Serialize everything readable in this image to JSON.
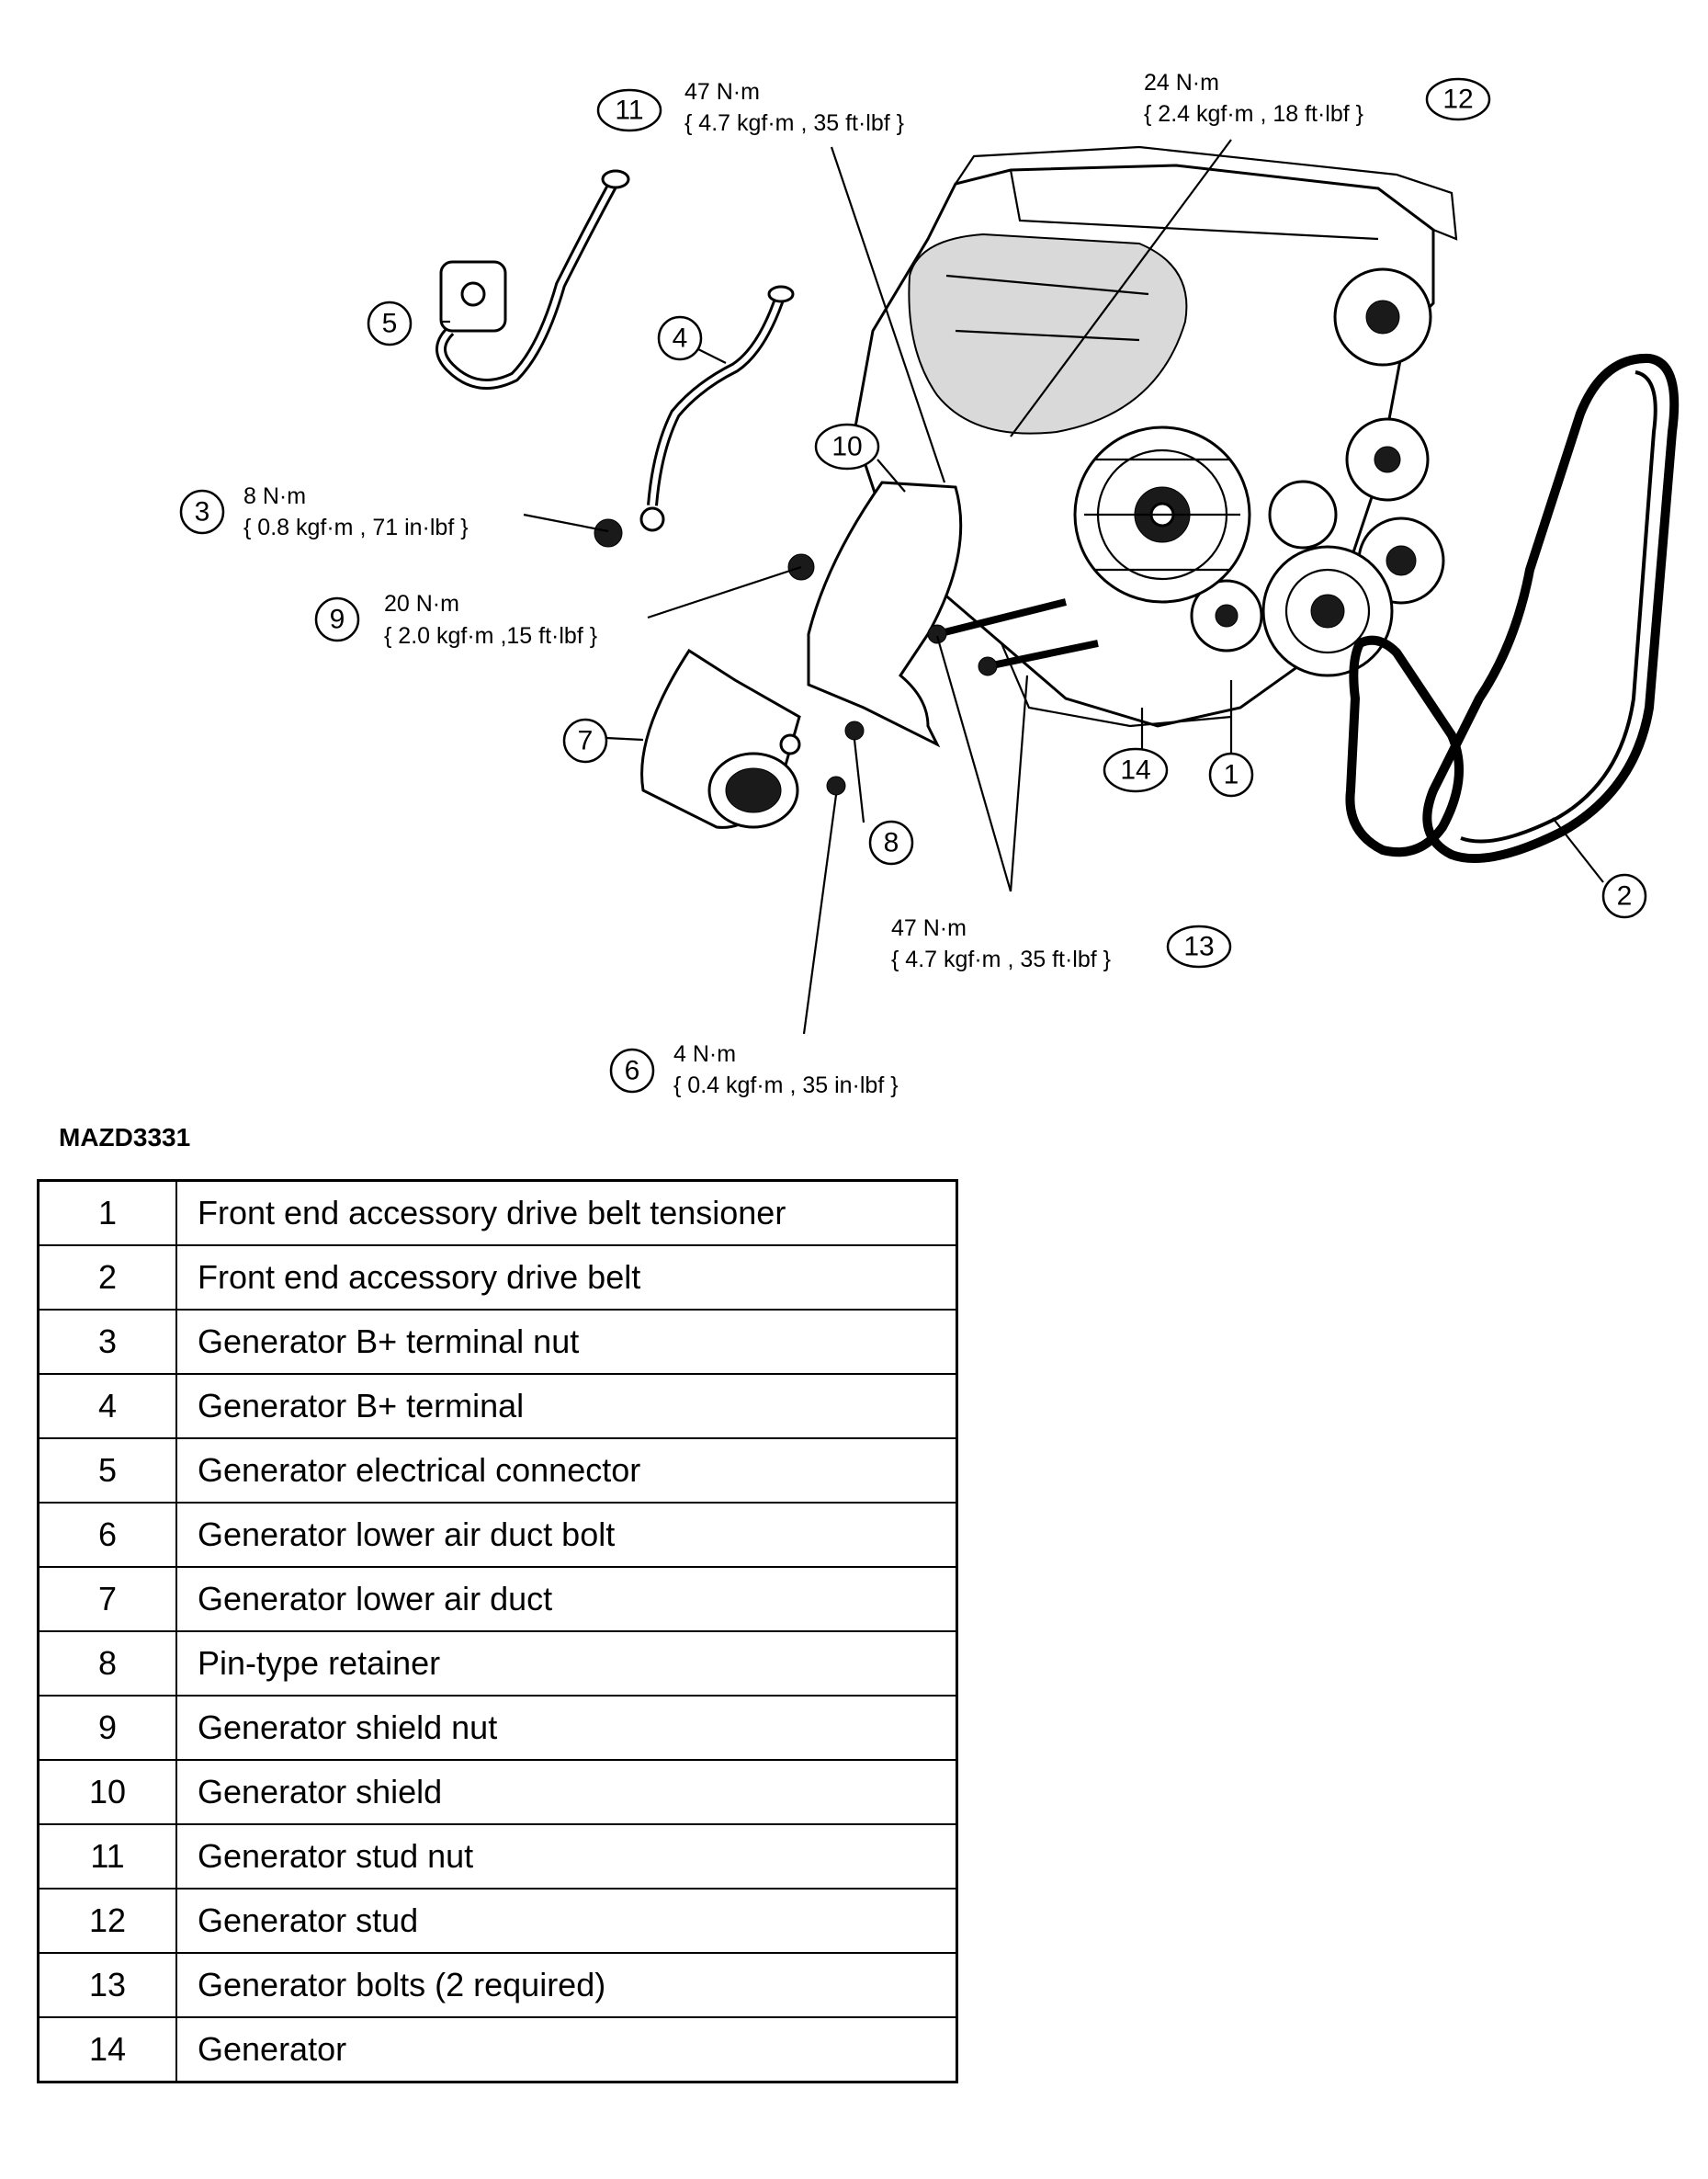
{
  "figure_code": "MAZD3331",
  "callouts": [
    {
      "number": "1"
    },
    {
      "number": "2"
    },
    {
      "number": "3",
      "torque_nm": "8 N·m",
      "torque_alt": "{ 0.8 kgf·m , 71 in·lbf }"
    },
    {
      "number": "4"
    },
    {
      "number": "5"
    },
    {
      "number": "6",
      "torque_nm": "4 N·m",
      "torque_alt": "{ 0.4 kgf·m , 35 in·lbf }"
    },
    {
      "number": "7"
    },
    {
      "number": "8"
    },
    {
      "number": "9",
      "torque_nm": "20 N·m",
      "torque_alt": "{ 2.0 kgf·m ,15 ft·lbf }"
    },
    {
      "number": "10"
    },
    {
      "number": "11",
      "torque_nm": "47 N·m",
      "torque_alt": "{ 4.7 kgf·m , 35 ft·lbf }"
    },
    {
      "number": "12",
      "torque_nm": "24 N·m",
      "torque_alt": "{ 2.4 kgf·m , 18 ft·lbf }"
    },
    {
      "number": "13",
      "torque_nm": "47 N·m",
      "torque_alt": "{ 4.7 kgf·m , 35 ft·lbf }"
    },
    {
      "number": "14"
    }
  ],
  "parts": [
    {
      "number": "1",
      "description": "Front end accessory drive belt tensioner"
    },
    {
      "number": "2",
      "description": "Front end accessory drive belt"
    },
    {
      "number": "3",
      "description": "Generator B+ terminal nut"
    },
    {
      "number": "4",
      "description": "Generator B+ terminal"
    },
    {
      "number": "5",
      "description": "Generator electrical connector"
    },
    {
      "number": "6",
      "description": "Generator lower air duct bolt"
    },
    {
      "number": "7",
      "description": "Generator lower air duct"
    },
    {
      "number": "8",
      "description": "Pin-type retainer"
    },
    {
      "number": "9",
      "description": "Generator shield nut"
    },
    {
      "number": "10",
      "description": "Generator shield"
    },
    {
      "number": "11",
      "description": "Generator stud nut"
    },
    {
      "number": "12",
      "description": "Generator stud"
    },
    {
      "number": "13",
      "description": "Generator bolts (2 required)"
    },
    {
      "number": "14",
      "description": "Generator"
    }
  ]
}
